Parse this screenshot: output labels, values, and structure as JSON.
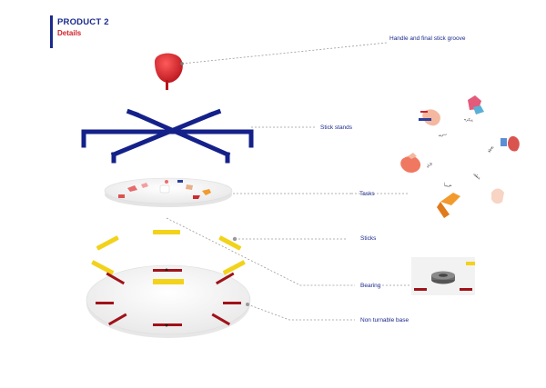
{
  "header": {
    "title": "PRODUCT 2",
    "subtitle": "Details"
  },
  "labels": {
    "handle": "Handle and final stick groove",
    "stick_stands": "Stick stands",
    "tasks": "Tasks",
    "sticks": "Sticks",
    "bearing": "Bearing",
    "base": "Non turnable base"
  },
  "colors": {
    "navy": "#1a2a8c",
    "red": "#d0202a",
    "stand_blue": "#14218a",
    "stick_yellow": "#f2d21b",
    "mark_red": "#a01218",
    "leader_gray": "#9a9a9a"
  }
}
